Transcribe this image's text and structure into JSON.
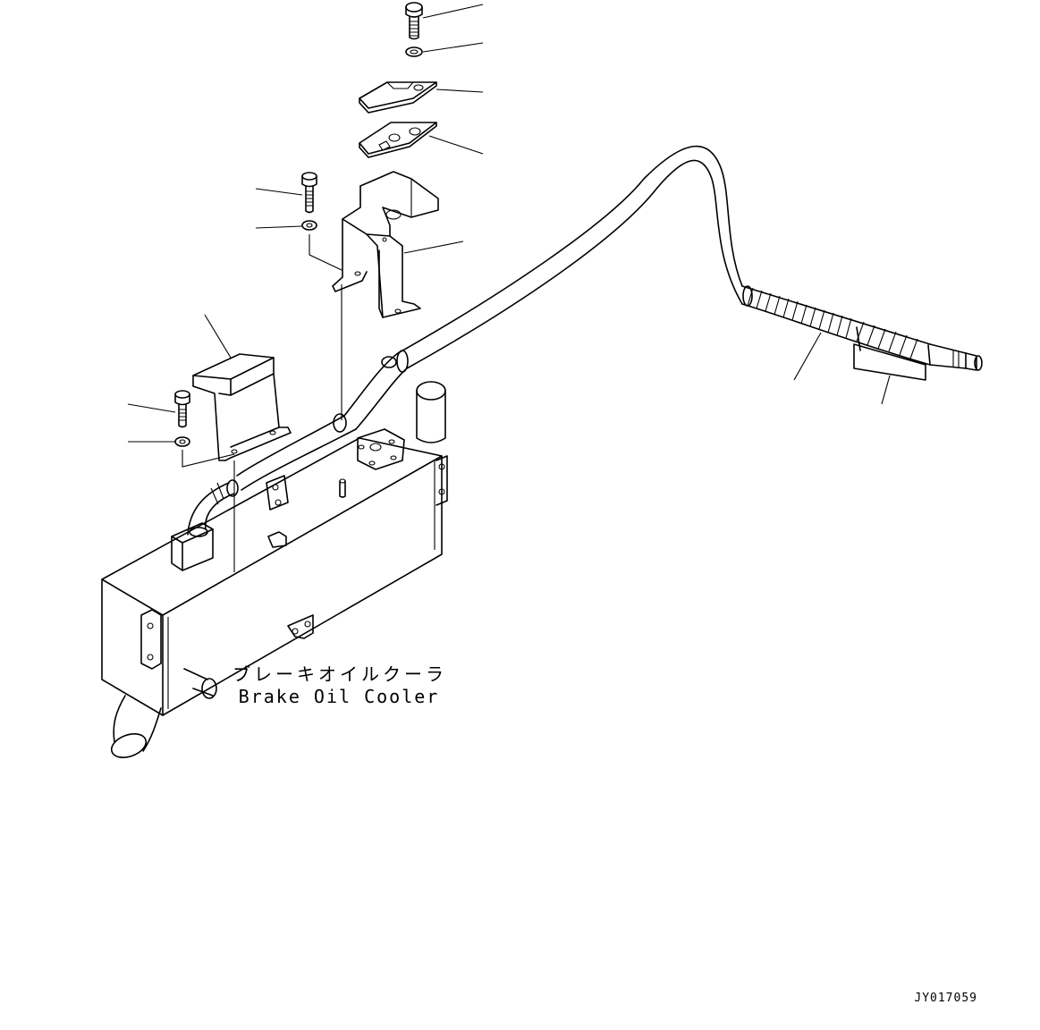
{
  "label": {
    "japanese": "ブレーキオイルクーラ",
    "english": "Brake Oil Cooler"
  },
  "drawing_number": "JY017059",
  "icons": [
    "bolt-icon",
    "washer-icon",
    "bracket-icon",
    "clamp-plate-icon",
    "hose-icon",
    "oil-cooler-icon"
  ]
}
